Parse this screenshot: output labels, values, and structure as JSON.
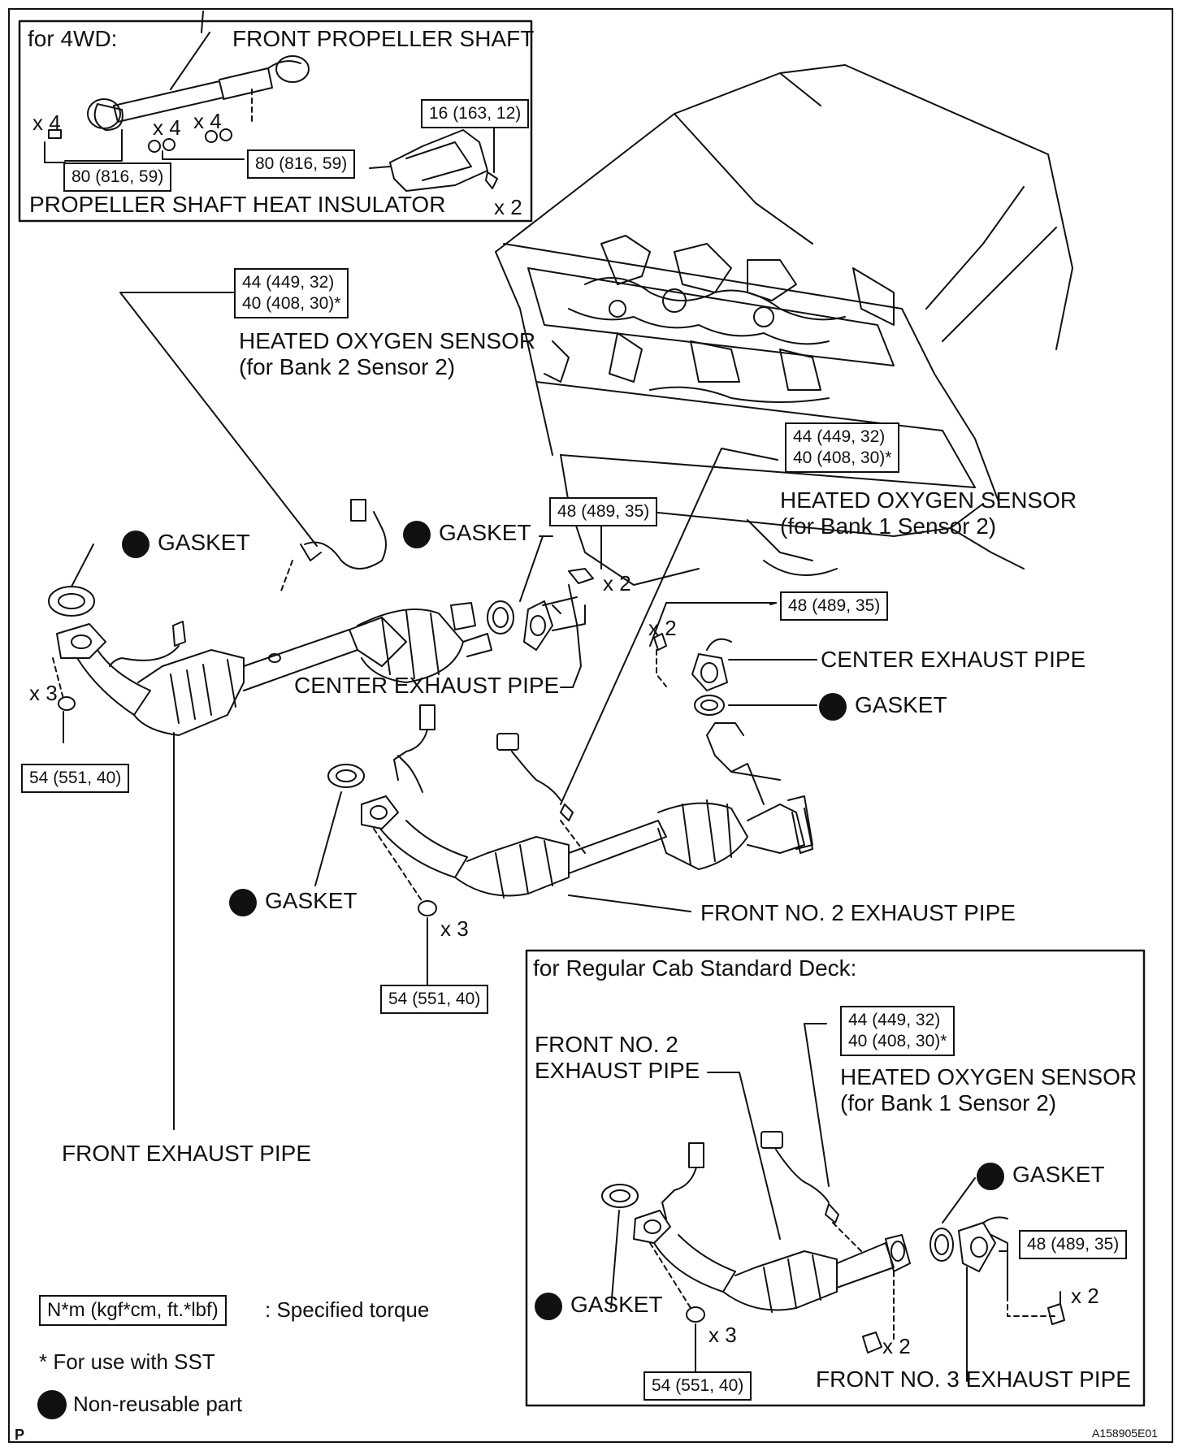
{
  "inset_4wd": {
    "title": "for 4WD:",
    "front_propeller_shaft": "FRONT PROPELLER SHAFT",
    "heat_insulator": "PROPELLER SHAFT HEAT INSULATOR",
    "torque_80_a": "80 (816, 59)",
    "torque_80_b": "80 (816, 59)",
    "torque_16": "16 (163, 12)",
    "x4_a": "x 4",
    "x4_b": "x 4",
    "x4_c": "x 4",
    "x2": "x 2"
  },
  "main": {
    "torque_sensor_b2": "44 (449, 32)\n40 (408, 30)*",
    "heated_oxygen_sensor_b2": "HEATED OXYGEN SENSOR\n(for Bank 2 Sensor 2)",
    "torque_sensor_b1": "44 (449, 32)\n40 (408, 30)*",
    "heated_oxygen_sensor_b1": "HEATED OXYGEN SENSOR\n(for Bank 1 Sensor 2)",
    "gasket_1": "GASKET",
    "gasket_2": "GASKET",
    "gasket_3": "GASKET",
    "gasket_4": "GASKET",
    "torque_48_a": "48 (489, 35)",
    "torque_48_b": "48 (489, 35)",
    "x2_a": "x 2",
    "x2_b": "x 2",
    "center_exhaust_pipe_a": "CENTER EXHAUST PIPE",
    "center_exhaust_pipe_b": "CENTER EXHAUST PIPE",
    "x3_a": "x 3",
    "x3_b": "x 3",
    "torque_54_a": "54 (551, 40)",
    "torque_54_b": "54 (551, 40)",
    "front_no2_exhaust_pipe": "FRONT NO. 2 EXHAUST PIPE",
    "front_exhaust_pipe": "FRONT EXHAUST PIPE"
  },
  "inset_regular_cab": {
    "title": "for Regular Cab Standard Deck:",
    "front_no2_exhaust_pipe": "FRONT NO. 2\nEXHAUST PIPE",
    "torque_sensor": "44 (449, 32)\n40 (408, 30)*",
    "heated_oxygen_sensor": "HEATED OXYGEN SENSOR\n(for Bank 1 Sensor 2)",
    "gasket_a": "GASKET",
    "gasket_b": "GASKET",
    "torque_48": "48 (489, 35)",
    "x2_a": "x 2",
    "x2_b": "x 2",
    "x3": "x 3",
    "torque_54": "54 (551, 40)",
    "front_no3_exhaust_pipe": "FRONT NO. 3 EXHAUST PIPE"
  },
  "legend": {
    "torque_box": "N*m (kgf*cm, ft.*lbf)",
    "torque_text": ": Specified torque",
    "sst_note": "* For use with SST",
    "non_reusable": "Non-reusable part"
  },
  "footer": {
    "page_mark": "P",
    "figure_id": "A158905E01"
  }
}
